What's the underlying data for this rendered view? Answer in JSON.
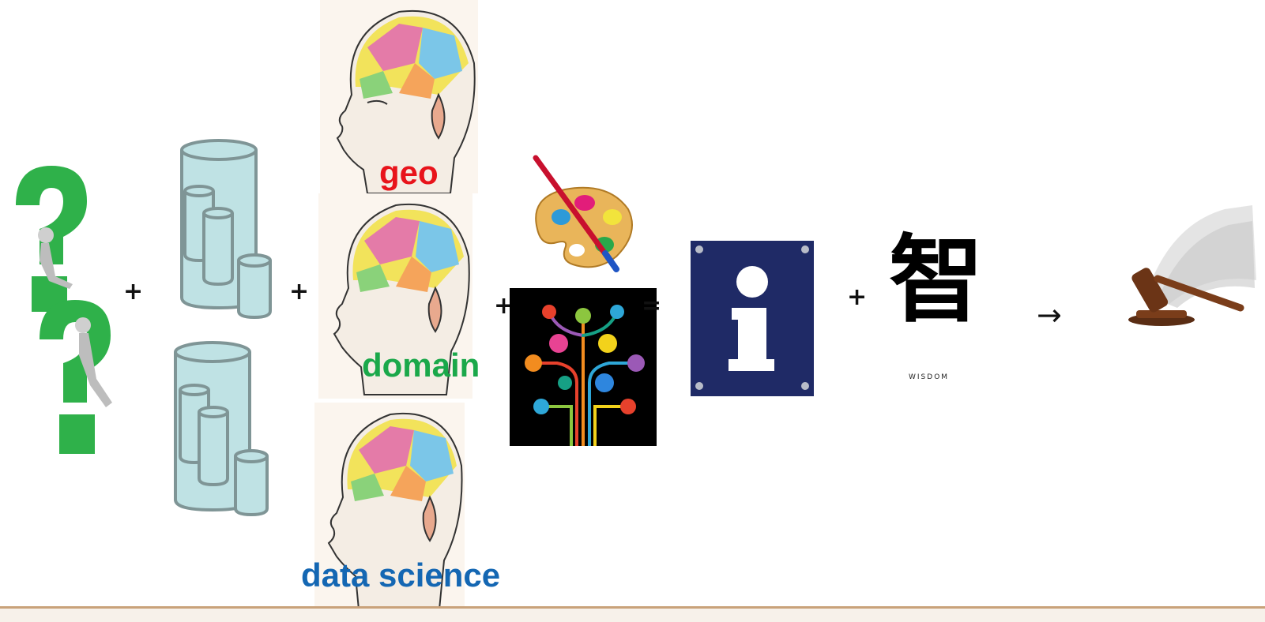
{
  "operators": {
    "plus_1": "+",
    "plus_2": "+",
    "plus_3": "+",
    "equals": "=",
    "plus_4": "+",
    "arrow": "→"
  },
  "brain_labels": {
    "geo": "geo",
    "domain": "domain",
    "data_science": "data science"
  },
  "wisdom": {
    "glyph": "智",
    "caption": "WISDOM"
  },
  "colors": {
    "geo": "#e8141b",
    "domain": "#1aa84a",
    "data_science": "#1467b3",
    "question_green": "#2fb14a",
    "database_fill": "#bfe2e4",
    "database_stroke": "#7f9596",
    "info_sign": "#1f2a66"
  },
  "icons": [
    "question-mark-person-icon",
    "database-icon",
    "phrenology-head-icon",
    "paint-palette-icon",
    "tech-tree-icon",
    "info-sign-icon",
    "wisdom-glyph-icon",
    "gavel-icon"
  ]
}
